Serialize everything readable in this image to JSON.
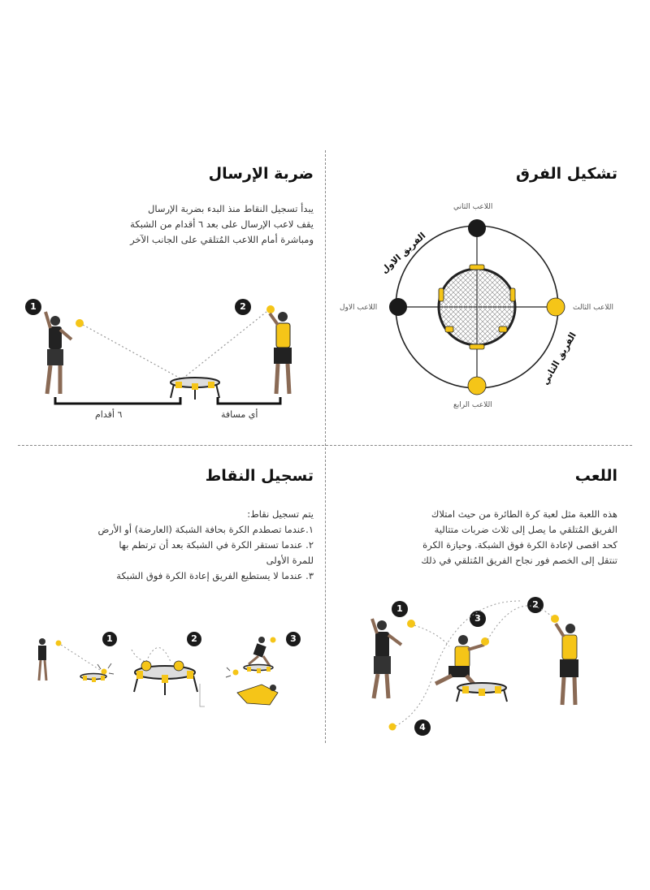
{
  "sections": {
    "serve": {
      "title": "ضربة الإرسال",
      "lines": [
        "يبدأ تسجيل النقاط منذ البدء بضربة الإرسال",
        "يقف لاعب الإرسال على بعد ٦ أقدام من الشبكة",
        "ومباشرة أمام اللاعب المُتلقي على الجانب الآخر"
      ],
      "markers": [
        "1",
        "2"
      ],
      "distance_label": "٦ أقدام",
      "any_distance_label": "أي مسافة"
    },
    "teams": {
      "title": "تشكيل الفرق",
      "player_labels": {
        "p1": "اللاعب الاول",
        "p2": "اللاعب الثاني",
        "p3": "اللاعب الثالث",
        "p4": "اللاعب الرابع"
      },
      "team1": "الفريق الاول",
      "team2": "الفريق الثاني",
      "colors": {
        "team1": "#1a1a1a",
        "team2": "#f5c518"
      }
    },
    "scoring": {
      "title": "تسجيل النقاط",
      "lines": [
        "يتم تسجيل نقاط:",
        "١.عندما تصطدم الكرة بحافة الشبكة (العارضة) أو الأرض",
        "٢. عندما تستقر الكرة في الشبكة بعد أن ترتطم بها",
        "للمرة الأولى",
        "٣. عندما لا يستطيع الفريق إعادة الكرة فوق الشبكة"
      ],
      "markers": [
        "1",
        "2",
        "3"
      ]
    },
    "play": {
      "title": "اللعب",
      "lines": [
        "هذه اللعبة مثل لعبة كرة الطائرة من حيث امتلاك",
        "الفريق المُتلقي ما يصل إلى ثلاث ضربات متتالية",
        "كحد اقصى لإعادة الكرة فوق الشبكة. وحيازة الكرة",
        "تنتقل إلى الخصم فور نجاح الفريق المُتلقي في ذلك"
      ],
      "markers": [
        "1",
        "2",
        "3",
        "4"
      ]
    }
  }
}
